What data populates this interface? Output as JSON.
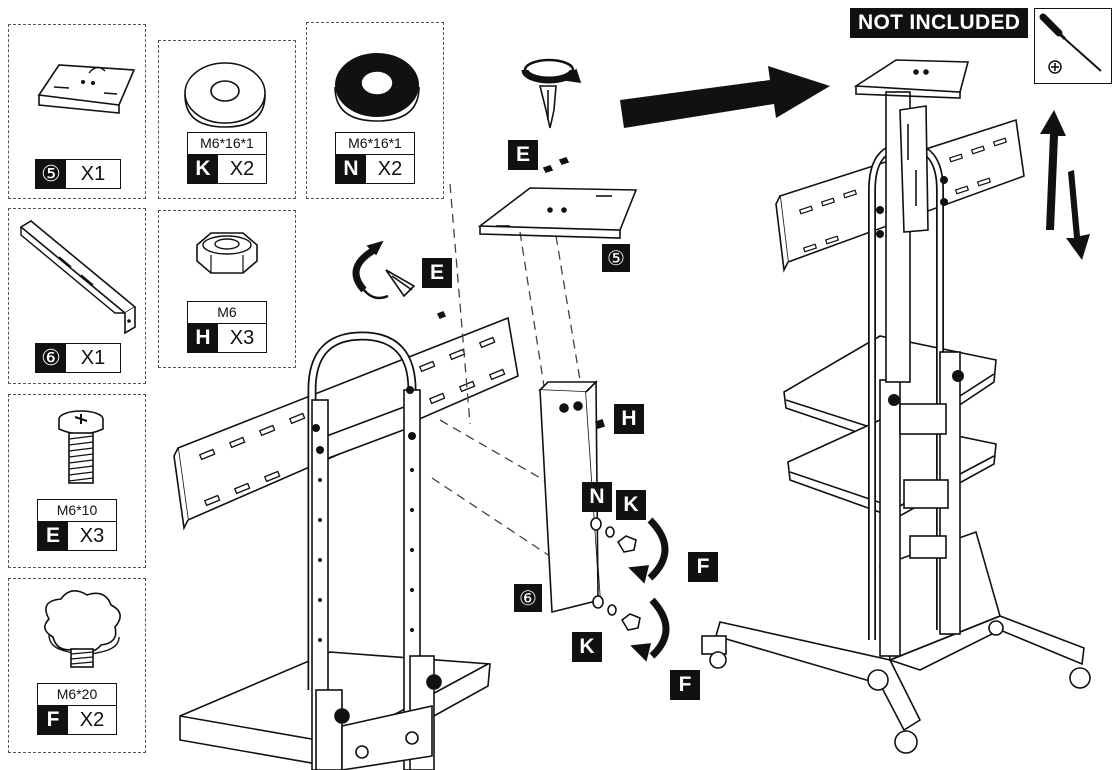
{
  "parts": {
    "bracket5": {
      "badge": "⑤",
      "qty": "X1"
    },
    "washer_k": {
      "spec": "M6*16*1",
      "badge": "K",
      "qty": "X2"
    },
    "washer_n": {
      "spec": "M6*16*1",
      "badge": "N",
      "qty": "X2"
    },
    "bracket6": {
      "badge": "⑥",
      "qty": "X1"
    },
    "nut_h": {
      "spec": "M6",
      "badge": "H",
      "qty": "X3"
    },
    "screw_e": {
      "spec": "M6*10",
      "badge": "E",
      "qty": "X3"
    },
    "knob_f": {
      "spec": "M6*20",
      "badge": "F",
      "qty": "X2"
    }
  },
  "callouts": {
    "e_top": "E",
    "e_mid": "E",
    "plate5": "⑤",
    "h": "H",
    "n": "N",
    "k_upper": "K",
    "f_upper": "F",
    "bracket6": "⑥",
    "k_lower": "K",
    "f_lower": "F"
  },
  "not_included": {
    "label": "NOT INCLUDED",
    "tool_icon": "phillips-screwdriver-icon"
  },
  "colors": {
    "ink": "#111111",
    "paper": "#ffffff",
    "dash": "#555555"
  }
}
